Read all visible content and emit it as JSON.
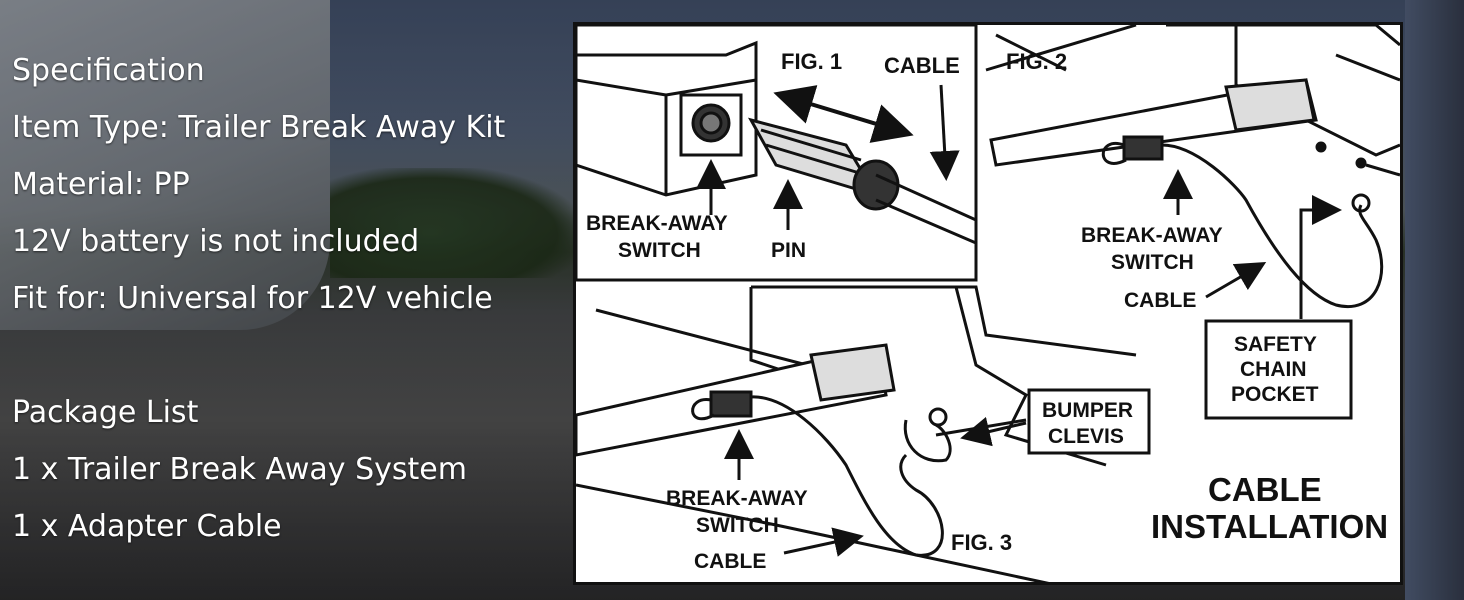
{
  "spec": {
    "heading": "Specification",
    "item_type": "Item Type: Trailer Break Away Kit",
    "material": "Material: PP",
    "battery": "12V battery is not included",
    "fit": "Fit for: Universal for 12V vehicle"
  },
  "package": {
    "heading": "Package List",
    "items": [
      "1 x Trailer Break Away System",
      "1 x Adapter Cable"
    ]
  },
  "diagram": {
    "fig1": {
      "title": "FIG. 1",
      "cable": "CABLE",
      "switch_line1": "BREAK-AWAY",
      "switch_line2": "SWITCH",
      "pin": "PIN"
    },
    "fig2": {
      "title": "FIG. 2",
      "switch_line1": "BREAK-AWAY",
      "switch_line2": "SWITCH",
      "cable": "CABLE",
      "pocket_line1": "SAFETY",
      "pocket_line2": "CHAIN",
      "pocket_line3": "POCKET"
    },
    "fig3": {
      "title": "FIG. 3",
      "bumper_line1": "BUMPER",
      "bumper_line2": "CLEVIS",
      "switch_line1": "BREAK-AWAY",
      "switch_line2": "SWITCH",
      "cable": "CABLE"
    },
    "installation_line1": "CABLE",
    "installation_line2": "INSTALLATION"
  }
}
